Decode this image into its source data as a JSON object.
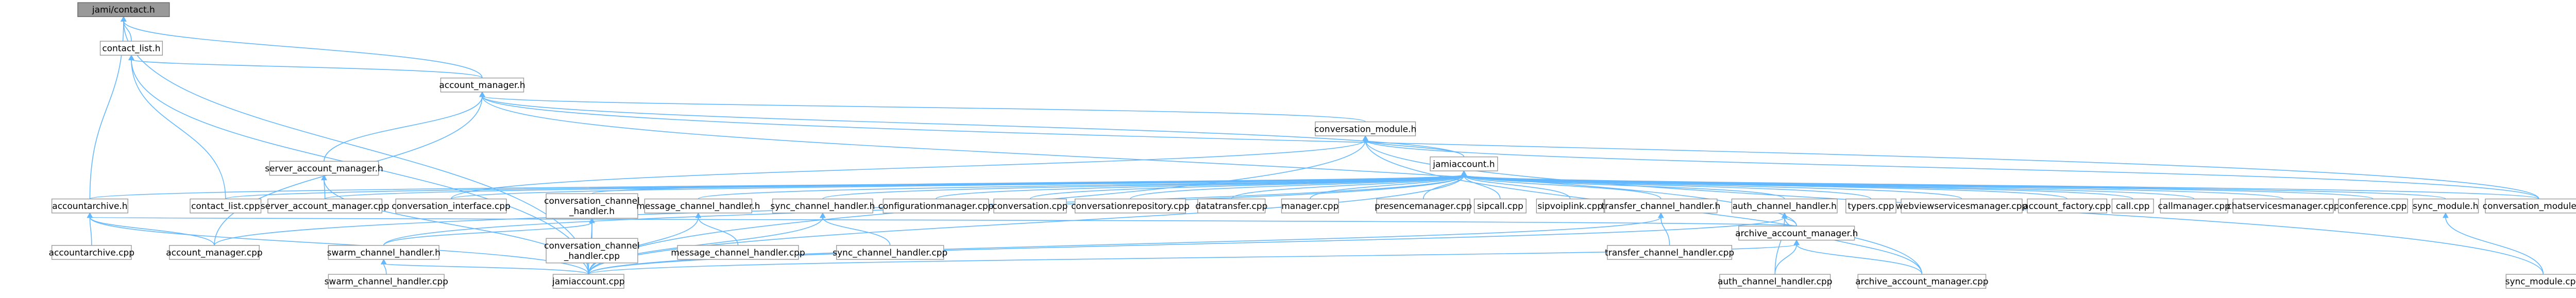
{
  "graph": {
    "colors": {
      "edge": "#63b8ff",
      "node_border": "#999999",
      "root_fill": "#999999",
      "node_fill": "#ffffff"
    },
    "nodes": [
      {
        "id": "jami_contact_h",
        "label": "jami/contact.h",
        "root": true
      },
      {
        "id": "contact_list_h",
        "label": "contact_list.h"
      },
      {
        "id": "account_manager_h",
        "label": "account_manager.h"
      },
      {
        "id": "conversation_module_h",
        "label": "conversation_module.h"
      },
      {
        "id": "server_account_manager_h",
        "label": "server_account_manager.h"
      },
      {
        "id": "jamiaccount_h",
        "label": "jamiaccount.h"
      },
      {
        "id": "accountarchive_h",
        "label": "accountarchive.h"
      },
      {
        "id": "contact_list_cpp",
        "label": "contact_list.cpp"
      },
      {
        "id": "server_account_manager_cpp",
        "label": "server_account_manager.cpp"
      },
      {
        "id": "conversation_interface_cpp",
        "label": "conversation_interface.cpp"
      },
      {
        "id": "conversation_channel_handler_h",
        "label": "conversation_channel\n_handler.h"
      },
      {
        "id": "message_channel_handler_h",
        "label": "message_channel_handler.h"
      },
      {
        "id": "sync_channel_handler_h",
        "label": "sync_channel_handler.h"
      },
      {
        "id": "configurationmanager_cpp",
        "label": "configurationmanager.cpp"
      },
      {
        "id": "conversation_cpp",
        "label": "conversation.cpp"
      },
      {
        "id": "conversationrepository_cpp",
        "label": "conversationrepository.cpp"
      },
      {
        "id": "datatransfer_cpp",
        "label": "datatransfer.cpp"
      },
      {
        "id": "manager_cpp",
        "label": "manager.cpp"
      },
      {
        "id": "presencemanager_cpp",
        "label": "presencemanager.cpp"
      },
      {
        "id": "sipcall_cpp",
        "label": "sipcall.cpp"
      },
      {
        "id": "sipvoiplink_cpp",
        "label": "sipvoiplink.cpp"
      },
      {
        "id": "transfer_channel_handler_h",
        "label": "transfer_channel_handler.h"
      },
      {
        "id": "auth_channel_handler_h",
        "label": "auth_channel_handler.h"
      },
      {
        "id": "typers_cpp",
        "label": "typers.cpp"
      },
      {
        "id": "webviewservicesmanager_cpp",
        "label": "webviewservicesmanager.cpp"
      },
      {
        "id": "account_factory_cpp",
        "label": "account_factory.cpp"
      },
      {
        "id": "call_cpp",
        "label": "call.cpp"
      },
      {
        "id": "callmanager_cpp",
        "label": "callmanager.cpp"
      },
      {
        "id": "chatservicesmanager_cpp",
        "label": "chatservicesmanager.cpp"
      },
      {
        "id": "conference_cpp",
        "label": "conference.cpp"
      },
      {
        "id": "sync_module_h",
        "label": "sync_module.h"
      },
      {
        "id": "conversation_module_cpp",
        "label": "conversation_module.cpp"
      },
      {
        "id": "accountarchive_cpp",
        "label": "accountarchive.cpp"
      },
      {
        "id": "account_manager_cpp",
        "label": "account_manager.cpp"
      },
      {
        "id": "swarm_channel_handler_h",
        "label": "swarm_channel_handler.h"
      },
      {
        "id": "conversation_channel_handler_cpp",
        "label": "conversation_channel\n_handler.cpp"
      },
      {
        "id": "message_channel_handler_cpp",
        "label": "message_channel_handler.cpp"
      },
      {
        "id": "sync_channel_handler_cpp",
        "label": "sync_channel_handler.cpp"
      },
      {
        "id": "transfer_channel_handler_cpp",
        "label": "transfer_channel_handler.cpp"
      },
      {
        "id": "archive_account_manager_h",
        "label": "archive_account_manager.h"
      },
      {
        "id": "swarm_channel_handler_cpp",
        "label": "swarm_channel_handler.cpp"
      },
      {
        "id": "jamiaccount_cpp",
        "label": "jamiaccount.cpp"
      },
      {
        "id": "auth_channel_handler_cpp",
        "label": "auth_channel_handler.cpp"
      },
      {
        "id": "archive_account_manager_cpp",
        "label": "archive_account_manager.cpp"
      },
      {
        "id": "sync_module_cpp",
        "label": "sync_module.cpp"
      }
    ],
    "edges": [
      [
        "jami_contact_h",
        "contact_list_h"
      ],
      [
        "jami_contact_h",
        "account_manager_h"
      ],
      [
        "jami_contact_h",
        "accountarchive_h"
      ],
      [
        "jami_contact_h",
        "jamiaccount_cpp"
      ],
      [
        "contact_list_h",
        "account_manager_h"
      ],
      [
        "contact_list_h",
        "contact_list_cpp"
      ],
      [
        "contact_list_h",
        "jamiaccount_cpp"
      ],
      [
        "account_manager_h",
        "conversation_module_h"
      ],
      [
        "account_manager_h",
        "server_account_manager_h"
      ],
      [
        "account_manager_h",
        "archive_account_manager_h"
      ],
      [
        "account_manager_h",
        "account_manager_cpp"
      ],
      [
        "account_manager_h",
        "jamiaccount_h"
      ],
      [
        "account_manager_h",
        "conversation_module_cpp"
      ],
      [
        "conversation_module_h",
        "jamiaccount_h"
      ],
      [
        "conversation_module_h",
        "conversation_interface_cpp"
      ],
      [
        "conversation_module_h",
        "conversation_module_cpp"
      ],
      [
        "conversation_module_h",
        "sync_module_cpp"
      ],
      [
        "conversation_module_h",
        "jamiaccount_cpp"
      ],
      [
        "conversation_module_h",
        "archive_account_manager_cpp"
      ],
      [
        "server_account_manager_h",
        "server_account_manager_cpp"
      ],
      [
        "server_account_manager_h",
        "jamiaccount_cpp"
      ],
      [
        "jamiaccount_h",
        "accountarchive_h"
      ],
      [
        "jamiaccount_h",
        "contact_list_cpp"
      ],
      [
        "jamiaccount_h",
        "server_account_manager_cpp"
      ],
      [
        "jamiaccount_h",
        "conversation_interface_cpp"
      ],
      [
        "jamiaccount_h",
        "conversation_channel_handler_h"
      ],
      [
        "jamiaccount_h",
        "message_channel_handler_h"
      ],
      [
        "jamiaccount_h",
        "sync_channel_handler_h"
      ],
      [
        "jamiaccount_h",
        "configurationmanager_cpp"
      ],
      [
        "jamiaccount_h",
        "conversation_cpp"
      ],
      [
        "jamiaccount_h",
        "conversationrepository_cpp"
      ],
      [
        "jamiaccount_h",
        "datatransfer_cpp"
      ],
      [
        "jamiaccount_h",
        "manager_cpp"
      ],
      [
        "jamiaccount_h",
        "presencemanager_cpp"
      ],
      [
        "jamiaccount_h",
        "sipcall_cpp"
      ],
      [
        "jamiaccount_h",
        "sipvoiplink_cpp"
      ],
      [
        "jamiaccount_h",
        "transfer_channel_handler_h"
      ],
      [
        "jamiaccount_h",
        "auth_channel_handler_h"
      ],
      [
        "jamiaccount_h",
        "typers_cpp"
      ],
      [
        "jamiaccount_h",
        "webviewservicesmanager_cpp"
      ],
      [
        "jamiaccount_h",
        "account_factory_cpp"
      ],
      [
        "jamiaccount_h",
        "call_cpp"
      ],
      [
        "jamiaccount_h",
        "callmanager_cpp"
      ],
      [
        "jamiaccount_h",
        "chatservicesmanager_cpp"
      ],
      [
        "jamiaccount_h",
        "conference_cpp"
      ],
      [
        "jamiaccount_h",
        "sync_module_h"
      ],
      [
        "jamiaccount_h",
        "conversation_module_cpp"
      ],
      [
        "jamiaccount_h",
        "account_manager_cpp"
      ],
      [
        "jamiaccount_h",
        "swarm_channel_handler_h"
      ],
      [
        "jamiaccount_h",
        "jamiaccount_cpp"
      ],
      [
        "accountarchive_h",
        "accountarchive_cpp"
      ],
      [
        "accountarchive_h",
        "account_manager_cpp"
      ],
      [
        "accountarchive_h",
        "jamiaccount_cpp"
      ],
      [
        "accountarchive_h",
        "archive_account_manager_h"
      ],
      [
        "conversation_channel_handler_h",
        "conversation_channel_handler_cpp"
      ],
      [
        "conversation_channel_handler_h",
        "swarm_channel_handler_h"
      ],
      [
        "conversation_channel_handler_h",
        "jamiaccount_cpp"
      ],
      [
        "message_channel_handler_h",
        "message_channel_handler_cpp"
      ],
      [
        "message_channel_handler_h",
        "jamiaccount_cpp"
      ],
      [
        "sync_channel_handler_h",
        "sync_channel_handler_cpp"
      ],
      [
        "sync_channel_handler_h",
        "jamiaccount_cpp"
      ],
      [
        "transfer_channel_handler_h",
        "transfer_channel_handler_cpp"
      ],
      [
        "transfer_channel_handler_h",
        "jamiaccount_cpp"
      ],
      [
        "auth_channel_handler_h",
        "archive_account_manager_h"
      ],
      [
        "auth_channel_handler_h",
        "auth_channel_handler_cpp"
      ],
      [
        "auth_channel_handler_h",
        "archive_account_manager_cpp"
      ],
      [
        "auth_channel_handler_h",
        "jamiaccount_cpp"
      ],
      [
        "sync_module_h",
        "sync_module_cpp"
      ],
      [
        "swarm_channel_handler_h",
        "swarm_channel_handler_cpp"
      ],
      [
        "swarm_channel_handler_h",
        "jamiaccount_cpp"
      ],
      [
        "archive_account_manager_h",
        "jamiaccount_cpp"
      ],
      [
        "archive_account_manager_h",
        "auth_channel_handler_cpp"
      ],
      [
        "archive_account_manager_h",
        "archive_account_manager_cpp"
      ]
    ]
  }
}
